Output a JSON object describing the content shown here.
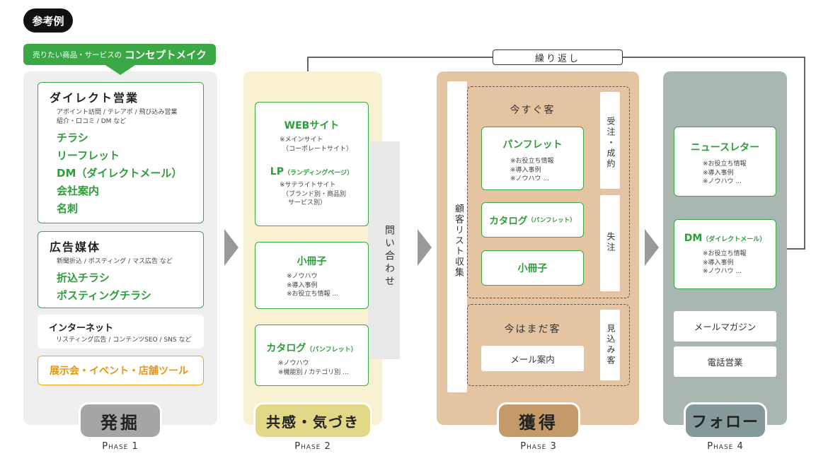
{
  "badge": "参考例",
  "concept": {
    "small": "売りたい商品・サービスの",
    "big": "コンセプトメイク"
  },
  "loop_label": "繰り返し",
  "phase1": {
    "direct": {
      "title": "ダイレクト営業",
      "sub1": "アポイント訪問 / テレアポ / 飛び込み営業",
      "sub2": "紹介・口コミ / DM など",
      "items": [
        "チラシ",
        "リーフレット",
        "DM（ダイレクトメール）",
        "会社案内",
        "名刺"
      ]
    },
    "ads": {
      "title": "広告媒体",
      "sub": "新聞折込 / ポスティング / マス広告 など",
      "items": [
        "折込チラシ",
        "ポスティングチラシ"
      ]
    },
    "internet": {
      "title": "インターネット",
      "sub": "リスティング広告 / コンテンツSEO / SNS など"
    },
    "events": "展示会・イベント・店舗ツール",
    "pill": "発掘",
    "caption": "Phase 1"
  },
  "phase2": {
    "web_title": "WEBサイト",
    "web_note1": "※メインサイト",
    "web_note2": "（コーポレートサイト）",
    "lp_title": "LP",
    "lp_small": "（ランディングページ）",
    "lp_note1": "※サテライトサイト",
    "lp_note2": "（ブランド別・商品別",
    "lp_note3": "サービス別）",
    "booklet_title": "小冊子",
    "booklet_notes": [
      "※ノウハウ",
      "※導入事例",
      "※お役立ち情報 ..."
    ],
    "catalog_title": "カタログ",
    "catalog_small": "（パンフレット）",
    "catalog_notes": [
      "※ノウハウ",
      "※機能別 / カテゴリ別 ..."
    ],
    "inquiry": "問い合わせ",
    "pill": "共感・気づき",
    "caption": "Phase 2"
  },
  "phase3": {
    "list_collect": "顧客リスト収集",
    "now_title": "今すぐ客",
    "pamphlet_title": "パンフレット",
    "pamphlet_notes": [
      "※お役立ち情報",
      "※導入事例",
      "※ノウハウ ..."
    ],
    "catalog_title": "カタログ",
    "catalog_small": "（パンフレット）",
    "booklet_title": "小冊子",
    "order": "受注・成約",
    "lost": "失注",
    "later_title": "今はまだ客",
    "mail_info": "メール案内",
    "prospect": "見込み客",
    "pill": "獲得",
    "caption": "Phase 3"
  },
  "phase4": {
    "newsletter_title": "ニュースレター",
    "newsletter_notes": [
      "※お役立ち情報",
      "※導入事例",
      "※ノウハウ ..."
    ],
    "dm_title": "DM",
    "dm_small": "（ダイレクトメール）",
    "dm_notes": [
      "※お役立ち情報",
      "※導入事例",
      "※ノウハウ ..."
    ],
    "mail_mag": "メールマガジン",
    "phone": "電話営業",
    "pill": "フォロー",
    "caption": "Phase 4"
  },
  "colors": {
    "green": "#3aa845",
    "orange": "#f0a51e",
    "phase1": "#a5a5a5",
    "phase2": "#e3d887",
    "phase3": "#c39a68",
    "phase4": "#86999a"
  }
}
